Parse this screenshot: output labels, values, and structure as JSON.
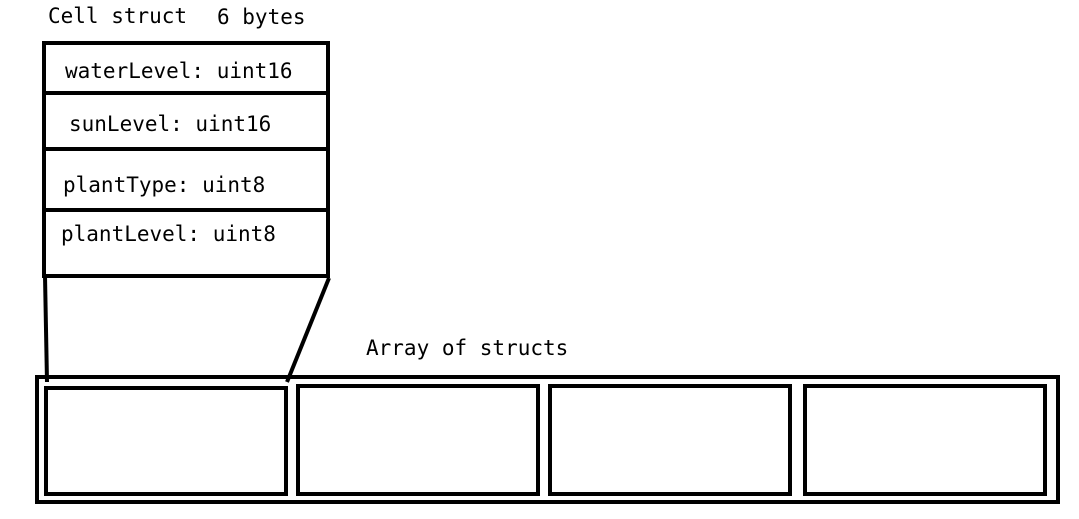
{
  "struct": {
    "title": "Cell struct",
    "size": "6 bytes",
    "fields": [
      "waterLevel: uint16",
      "sunLevel: uint16",
      "plantType: uint8",
      "plantLevel: uint8"
    ]
  },
  "array": {
    "label": "Array of structs",
    "cell_count": 4
  },
  "colors": {
    "stroke": "#000000",
    "background": "#ffffff"
  }
}
